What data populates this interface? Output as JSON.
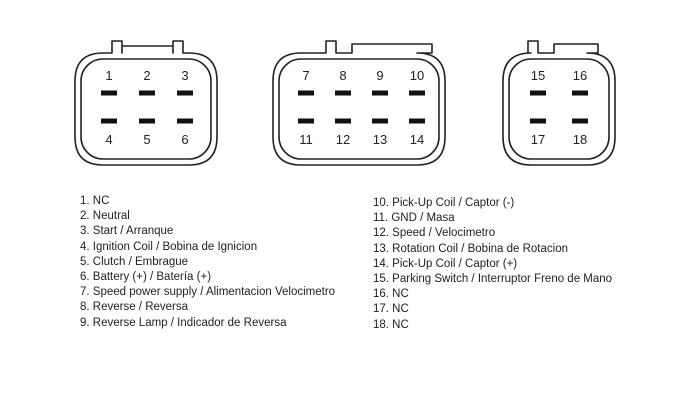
{
  "connectors": [
    {
      "id": "connector-a",
      "pins": [
        {
          "number": "1",
          "row": 0,
          "col": 0
        },
        {
          "number": "2",
          "row": 0,
          "col": 1
        },
        {
          "number": "3",
          "row": 0,
          "col": 2
        },
        {
          "number": "4",
          "row": 1,
          "col": 0
        },
        {
          "number": "5",
          "row": 1,
          "col": 1
        },
        {
          "number": "6",
          "row": 1,
          "col": 2
        }
      ]
    },
    {
      "id": "connector-b",
      "pins": [
        {
          "number": "7",
          "row": 0,
          "col": 0
        },
        {
          "number": "8",
          "row": 0,
          "col": 1
        },
        {
          "number": "9",
          "row": 0,
          "col": 2
        },
        {
          "number": "10",
          "row": 0,
          "col": 3
        },
        {
          "number": "11",
          "row": 1,
          "col": 0
        },
        {
          "number": "12",
          "row": 1,
          "col": 1
        },
        {
          "number": "13",
          "row": 1,
          "col": 2
        },
        {
          "number": "14",
          "row": 1,
          "col": 3
        }
      ]
    },
    {
      "id": "connector-c",
      "pins": [
        {
          "number": "15",
          "row": 0,
          "col": 0
        },
        {
          "number": "16",
          "row": 0,
          "col": 1
        },
        {
          "number": "17",
          "row": 1,
          "col": 0
        },
        {
          "number": "18",
          "row": 1,
          "col": 1
        }
      ]
    }
  ],
  "legend_left": [
    "1. NC",
    "2. Neutral",
    "3. Start / Arranque",
    "4. Ignition Coil / Bobina de Ignicion",
    "5. Clutch / Embrague",
    "6. Battery (+) / Batería (+)",
    "7. Speed power supply / Alimentacion Velocimetro",
    "8. Reverse / Reversa",
    "9. Reverse Lamp / Indicador de Reversa"
  ],
  "legend_right": [
    "10. Pick-Up Coil / Captor (-)",
    "11. GND / Masa",
    "12. Speed / Velocimetro",
    "13. Rotation Coil / Bobina de Rotacion",
    "14. Pick-Up Coil / Captor (+)",
    "15. Parking Switch / Interruptor Freno de Mano",
    "16. NC",
    "17. NC",
    "18. NC"
  ]
}
